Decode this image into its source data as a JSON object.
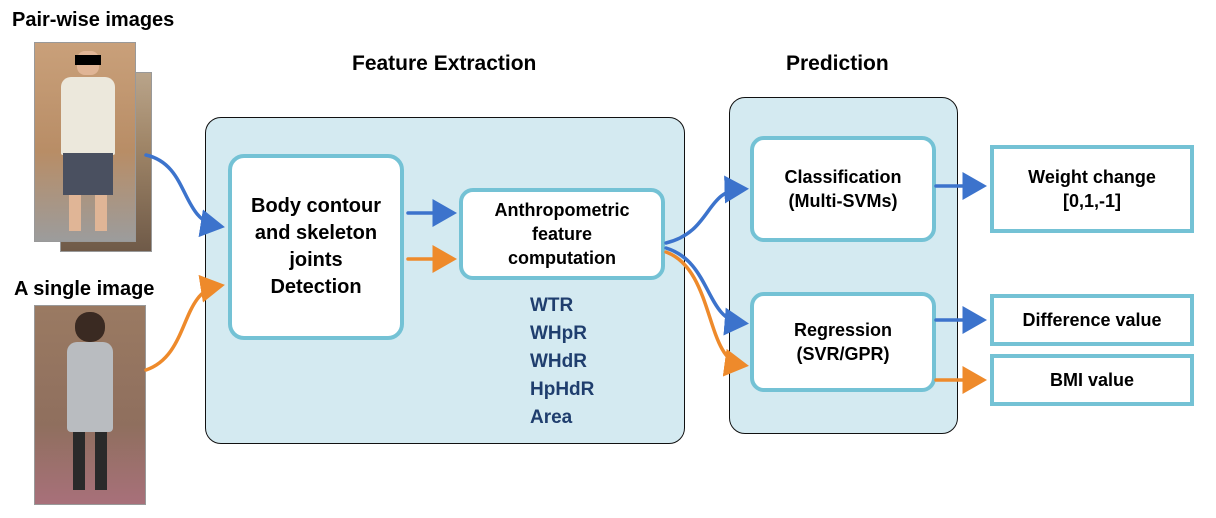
{
  "colors": {
    "blue_arrow": "#3c73cc",
    "orange_arrow": "#ee8a2b",
    "panel_fill": "#d4eaf1",
    "box_border": "#74c2d5",
    "feature_text": "#1f3e6e"
  },
  "inputs": {
    "pairwise_label": "Pair-wise images",
    "single_label": "A single image"
  },
  "headings": {
    "feature_extraction": "Feature Extraction",
    "prediction": "Prediction"
  },
  "boxes": {
    "body_contour": "Body contour\nand skeleton\njoints\nDetection",
    "anthropometric": "Anthropometric\nfeature\ncomputation",
    "classification": "Classification\n(Multi-SVMs)",
    "regression": "Regression\n(SVR/GPR)",
    "weight_change": "Weight change\n[0,1,-1]",
    "difference_value": "Difference value",
    "bmi_value": "BMI value"
  },
  "features": [
    "WTR",
    "WHpR",
    "WHdR",
    "HpHdR",
    "Area"
  ]
}
